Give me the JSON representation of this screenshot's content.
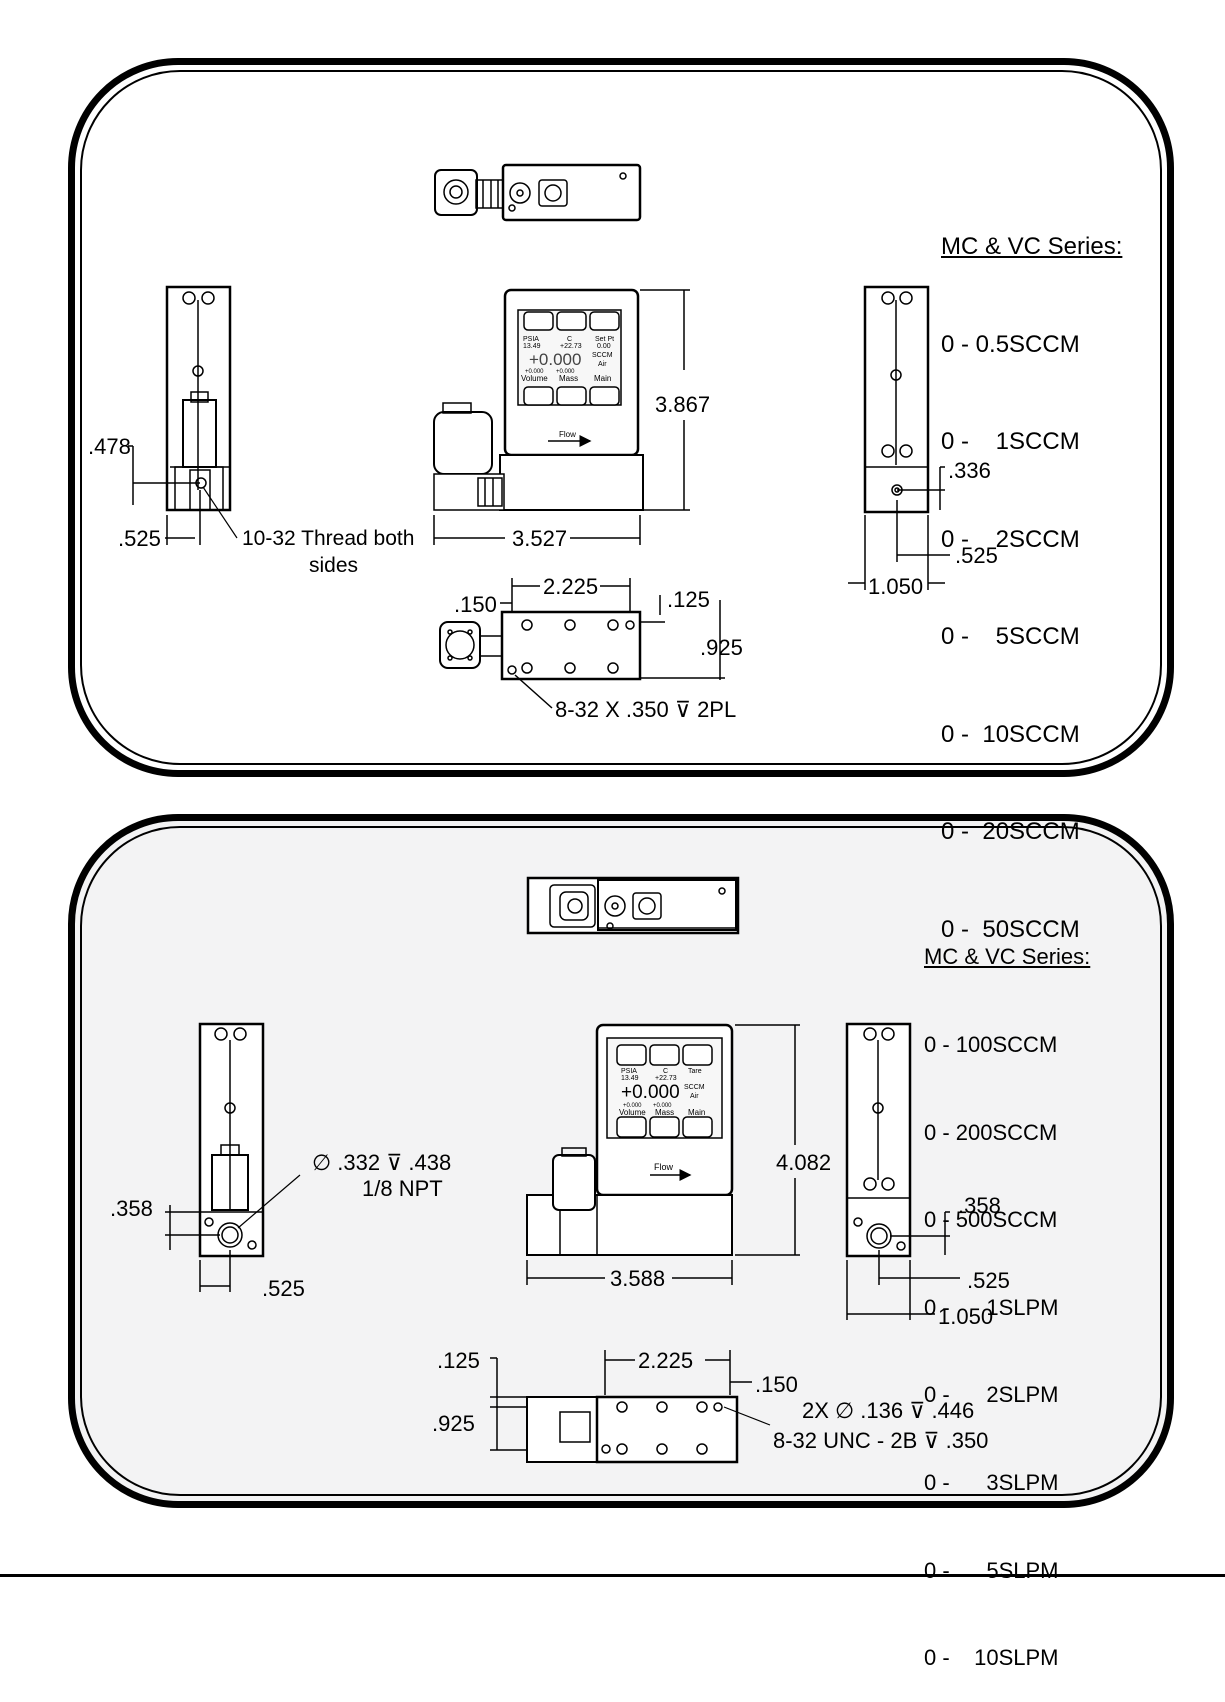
{
  "panel1": {
    "series_title": "MC & VC Series:",
    "ranges": [
      "0 - 0.5SCCM",
      "0 -    1SCCM",
      "0 -    2SCCM",
      "0 -    5SCCM",
      "0 -  10SCCM",
      "0 -  20SCCM",
      "0 -  50SCCM"
    ],
    "dims": {
      "d478": ".478",
      "d525a": ".525",
      "thread1": "10-32 Thread both",
      "thread2": "sides",
      "d3527": "3.527",
      "d3867": "3.867",
      "d336": ".336",
      "d525b": ".525",
      "d1050": "1.050",
      "d2225": "2.225",
      "d150": ".150",
      "d125": ".125",
      "d925": ".925",
      "screw": "8-32 X .350 ⊽ 2PL"
    },
    "screen": {
      "row1a": "PSIA",
      "row1b": "C",
      "row1c": "Set Pt",
      "row2a": "13.49",
      "row2b": "+22.73",
      "row2c": "0.00",
      "big": "+0.000",
      "unit": "SCCM",
      "gas": "Air",
      "row4a": "+0.000",
      "row4b": "+0.000",
      "row5a": "Volume",
      "row5b": "Mass",
      "row5c": "Main",
      "flow": "Flow"
    }
  },
  "panel2": {
    "series_title": "MC & VC Series:",
    "ranges": [
      "0 - 100SCCM",
      "0 - 200SCCM",
      "0 - 500SCCM",
      "0 -      1SLPM",
      "0 -      2SLPM",
      "0 -      3SLPM",
      "0 -      5SLPM",
      "0 -    10SLPM"
    ],
    "dims": {
      "port1": "∅ .332 ⊽ .438",
      "port2": "1/8 NPT",
      "d358a": ".358",
      "d525a": ".525",
      "d4082": "4.082",
      "d3588": "3.588",
      "d358b": ".358",
      "d525b": ".525",
      "d1050": "1.050",
      "d125": ".125",
      "d2225": "2.225",
      "d150": ".150",
      "d925": ".925",
      "hole1": "2X ∅ .136 ⊽ .446",
      "hole2": "8-32 UNC  - 2B ⊽ .350"
    },
    "screen": {
      "row1a": "PSIA",
      "row1b": "C",
      "row1c": "Tare",
      "row2a": "13.49",
      "row2b": "+22.73",
      "big": "+0.000",
      "unit": "SCCM",
      "gas": "Air",
      "row4a": "+0.000",
      "row4b": "+0.000",
      "row5a": "Volume",
      "row5b": "Mass",
      "row5c": "Main",
      "flow": "Flow"
    }
  }
}
